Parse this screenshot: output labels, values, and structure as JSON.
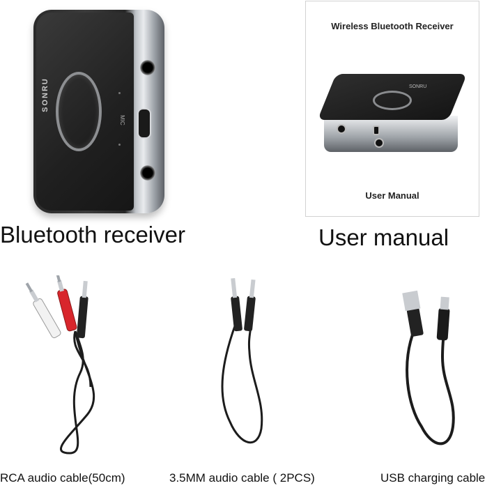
{
  "items": {
    "receiver": {
      "caption": "Bluetooth receiver",
      "brand": "SONRU",
      "mic_label": "MIC"
    },
    "manual": {
      "caption": "User manual",
      "box_title": "Wireless Bluetooth Receiver",
      "box_footer": "User Manual",
      "brand": "SONRU"
    },
    "cables": [
      {
        "label": "RCA audio cable(50cm)"
      },
      {
        "label": "3.5MM audio cable ( 2PCS)"
      },
      {
        "label": "USB charging cable"
      }
    ]
  },
  "colors": {
    "plug_red": "#d8262c",
    "plug_white": "#f2f2f2",
    "cable_black": "#1c1c1c",
    "metal": "#c9ccd0"
  }
}
